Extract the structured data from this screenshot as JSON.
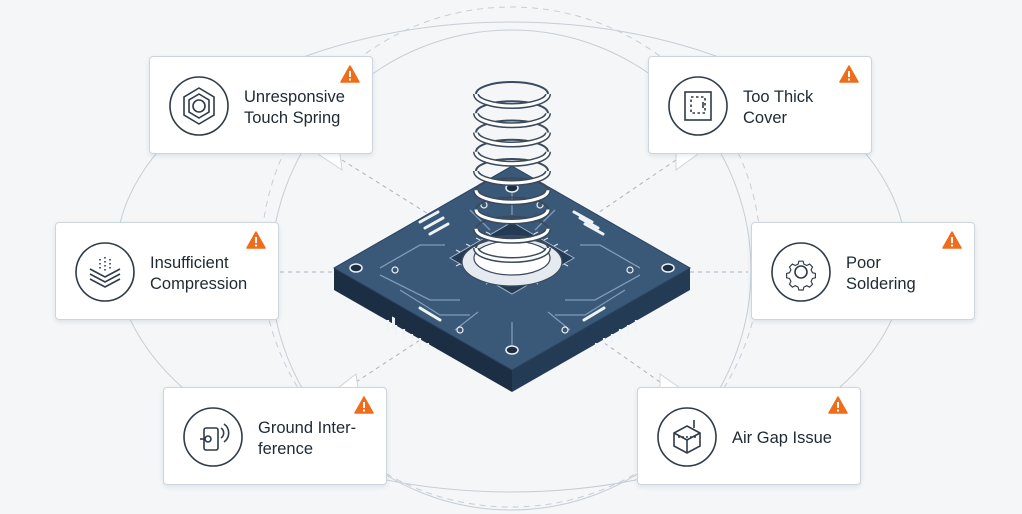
{
  "colors": {
    "board": "#3a5877",
    "board_dark": "#243b55",
    "board_edge": "#1c2e44",
    "trace": "#7f9bb8",
    "pad": "#eef3f8",
    "spring": "#ffffff",
    "spring_stroke": "#3b4a5c",
    "warning": "#ef6c1a",
    "icon_stroke": "#2f3b48",
    "guide": "#c7ced6"
  },
  "cards": [
    {
      "label": "Unresponsive\nTouch Spring",
      "icon": "spring-coil-icon",
      "warning": true
    },
    {
      "label": "Too Thick\nCover",
      "icon": "thick-cover-icon",
      "warning": true
    },
    {
      "label": "Insufficient\nCompression",
      "icon": "compression-layers-icon",
      "warning": true
    },
    {
      "label": "Poor\nSoldering",
      "icon": "gear-icon",
      "warning": true
    },
    {
      "label": "Ground Inter-\nference",
      "icon": "ground-interference-icon",
      "warning": true
    },
    {
      "label": "Air Gap Issue",
      "icon": "air-gap-cube-icon",
      "warning": true
    }
  ]
}
